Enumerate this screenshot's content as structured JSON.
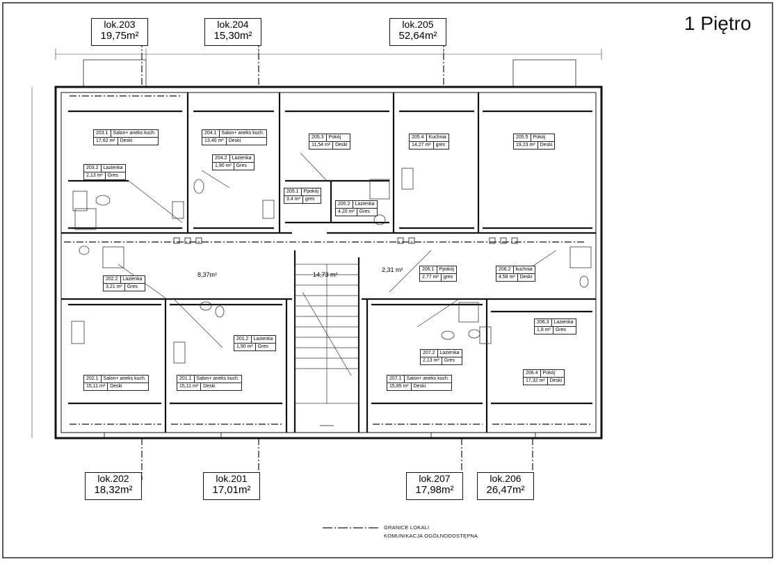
{
  "floor_title": "1 Piętro",
  "units_top": [
    {
      "id": "lok.203",
      "area": "19,75m²"
    },
    {
      "id": "lok.204",
      "area": "15,30m²"
    },
    {
      "id": "lok.205",
      "area": "52,64m²"
    }
  ],
  "units_bottom": [
    {
      "id": "lok.202",
      "area": "18,32m²"
    },
    {
      "id": "lok.201",
      "area": "17,01m²"
    },
    {
      "id": "lok.207",
      "area": "17,98m²"
    },
    {
      "id": "lok.206",
      "area": "26,47m²"
    }
  ],
  "rooms": [
    {
      "no": "203.1",
      "name": "Salon+ aneks kuch.",
      "area": "17,62 m²",
      "floor": "Deski"
    },
    {
      "no": "203.2",
      "name": "Lazienka",
      "area": "2,13 m²",
      "floor": "Gres"
    },
    {
      "no": "204.1",
      "name": "Salon+ aneks kuch.",
      "area": "13,40 m²",
      "floor": "Deski"
    },
    {
      "no": "204.2",
      "name": "Lazienka",
      "area": "1,90 m²",
      "floor": "Gres"
    },
    {
      "no": "205.3",
      "name": "Pokój",
      "area": "11,54 m²",
      "floor": "Deski"
    },
    {
      "no": "205.4",
      "name": "Kuchnia",
      "area": "14,27 m²",
      "floor": "gres"
    },
    {
      "no": "205.5",
      "name": "Pokój",
      "area": "19,23 m²",
      "floor": "Deski"
    },
    {
      "no": "205.1",
      "name": "Ppokój",
      "area": "3,4 m²",
      "floor": "gres"
    },
    {
      "no": "205.2",
      "name": "Lazienka",
      "area": "4,20 m²",
      "floor": "Gres"
    },
    {
      "no": "202.2",
      "name": "Lazienka",
      "area": "3,21 m²",
      "floor": "Gres"
    },
    {
      "no": "206.1",
      "name": "Ppokój",
      "area": "2,77 m²",
      "floor": "gres"
    },
    {
      "no": "206.2",
      "name": "kuchnia",
      "area": "4,58 m²",
      "floor": "Deski"
    },
    {
      "no": "201.2",
      "name": "Lazienka",
      "area": "1,90 m²",
      "floor": "Gres"
    },
    {
      "no": "206.3",
      "name": "Lazienka",
      "area": "1,8 m²",
      "floor": "Gres"
    },
    {
      "no": "207.2",
      "name": "Lazienka",
      "area": "2,13 m²",
      "floor": "Gres"
    },
    {
      "no": "202.1",
      "name": "Salon+ aneks kuch.",
      "area": "15,11 m²",
      "floor": "Deski"
    },
    {
      "no": "201.1",
      "name": "Salon+ aneks kuch.",
      "area": "15,11 m²",
      "floor": "Deski"
    },
    {
      "no": "207.1",
      "name": "Salon+ aneks kuch.",
      "area": "15,85 m²",
      "floor": "Deski"
    },
    {
      "no": "206.4",
      "name": "Pokój",
      "area": "17,32 m²",
      "floor": "Deski"
    }
  ],
  "common_areas": [
    "8,37m²",
    "14,73 m²",
    "2,31 m²"
  ],
  "legend": {
    "line1": "GRANICE LOKALI",
    "line2": "KOMUNIKACJA OGÓLNODOSTĘPNA"
  }
}
